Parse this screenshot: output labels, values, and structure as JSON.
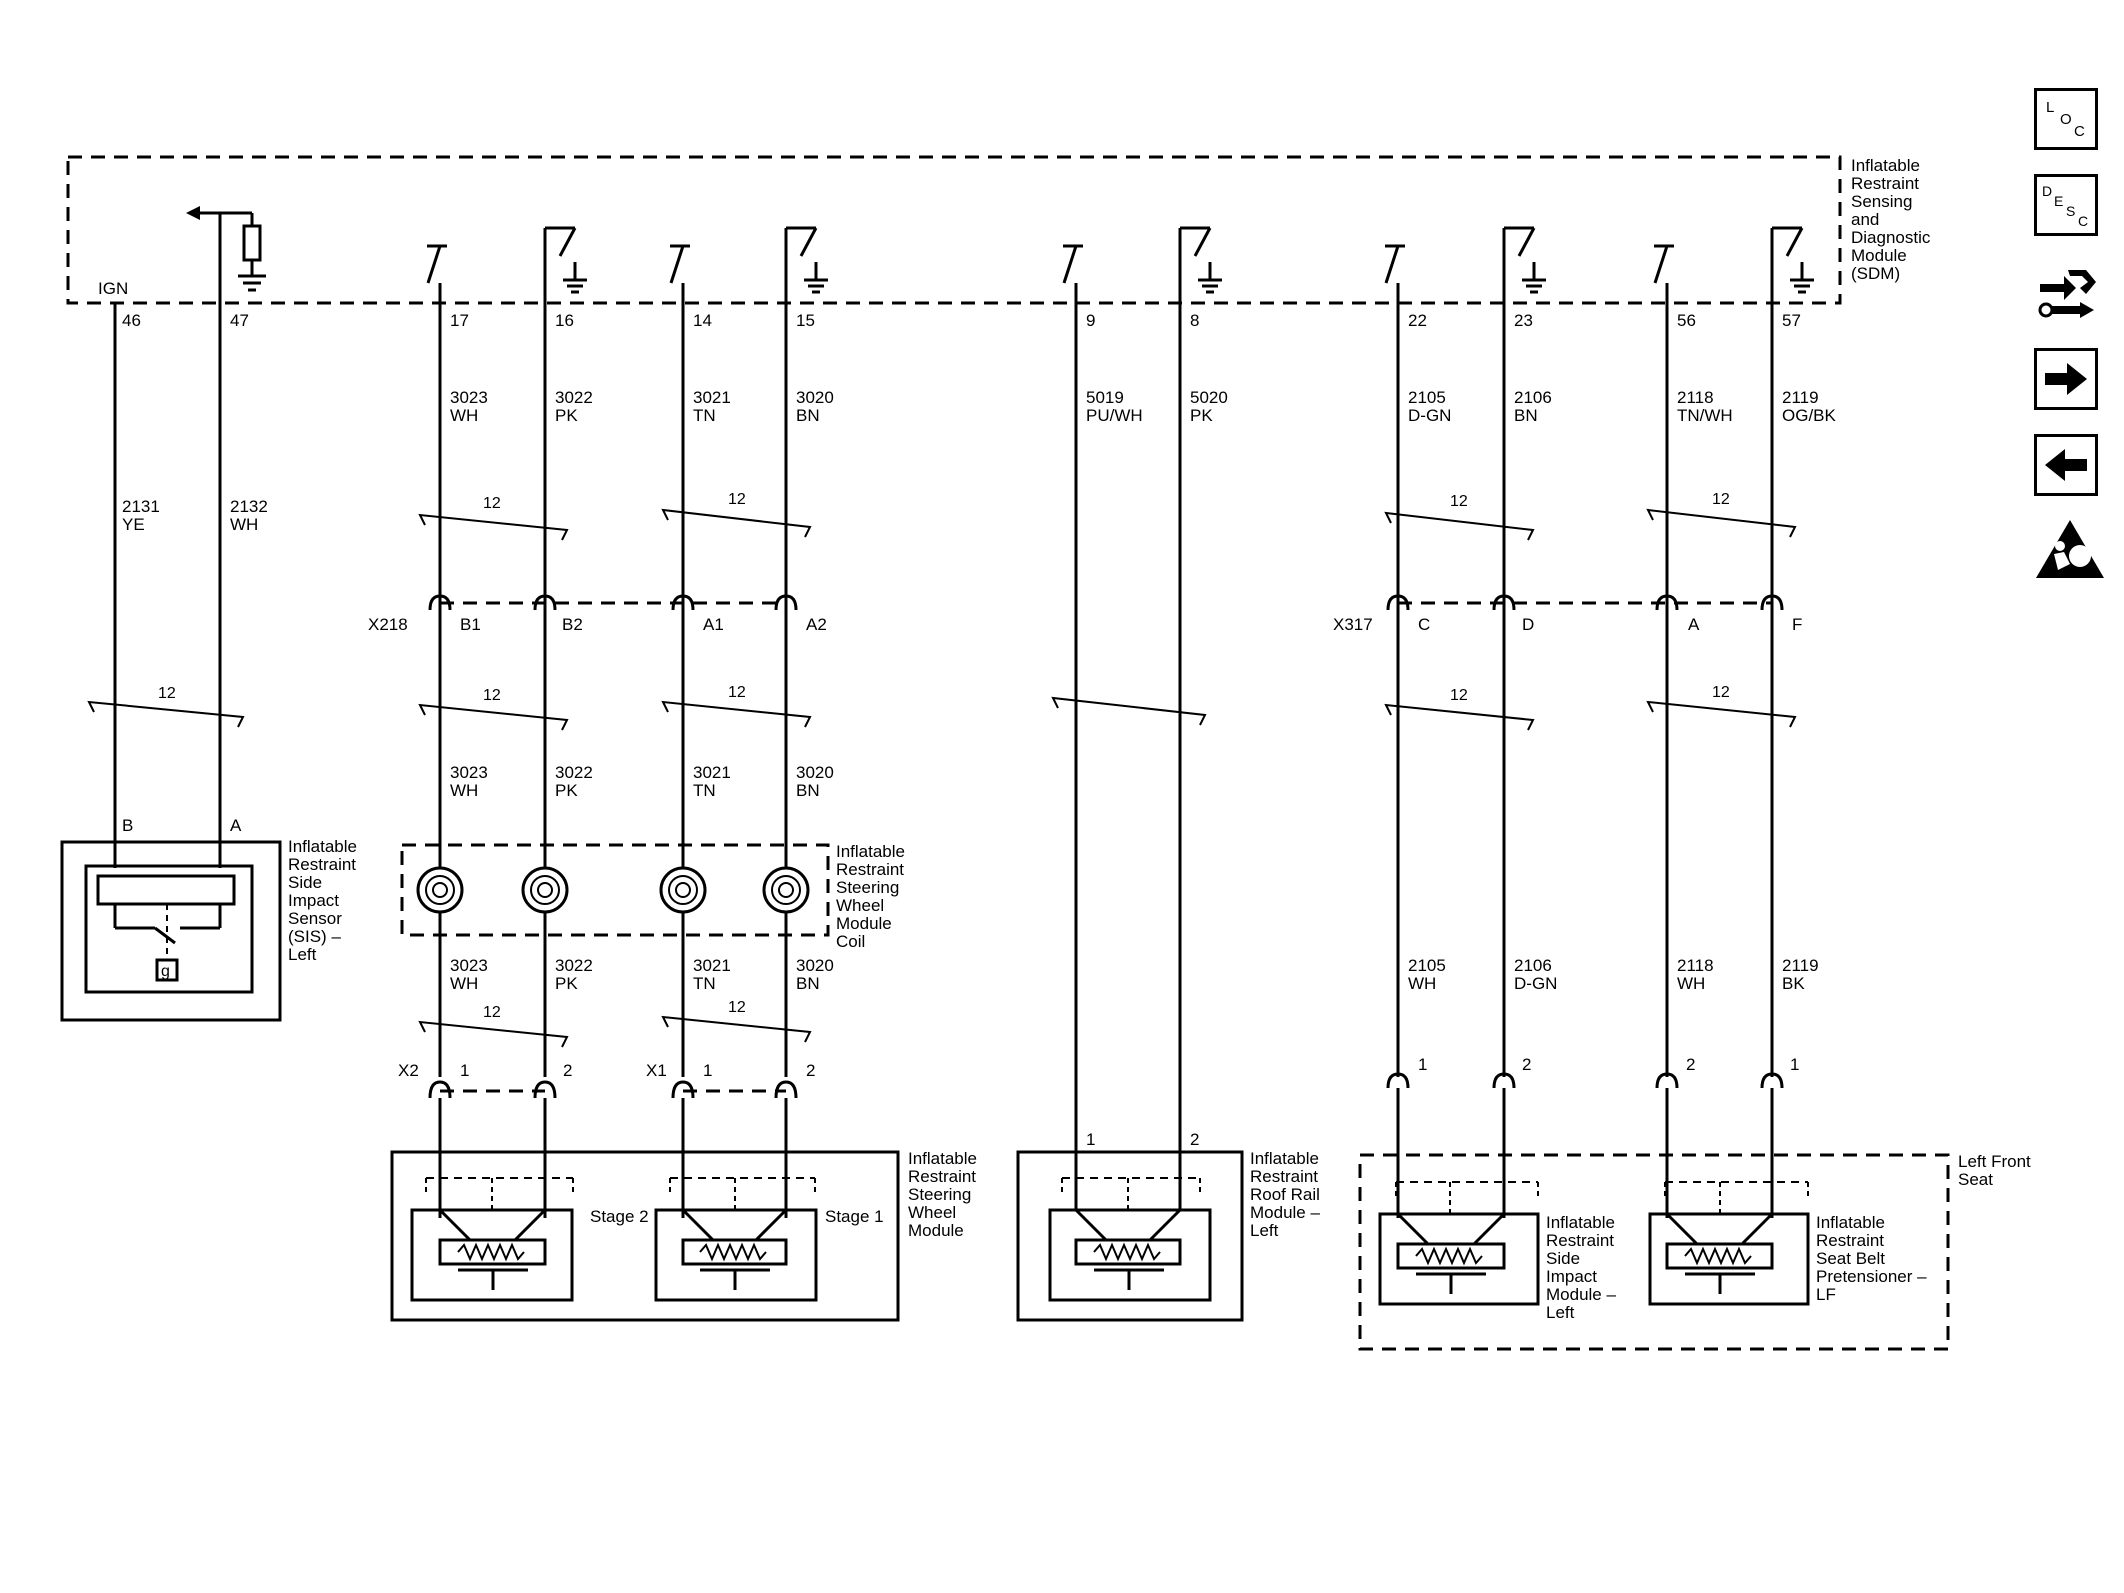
{
  "sdm": {
    "label": [
      "Inflatable",
      "Restraint",
      "Sensing",
      "and",
      "Diagnostic",
      "Module",
      "(SDM)"
    ],
    "ign": "IGN"
  },
  "pins": [
    "46",
    "47",
    "17",
    "16",
    "14",
    "15",
    "9",
    "8",
    "22",
    "23",
    "56",
    "57"
  ],
  "wires_top": [
    {
      "num": "3023",
      "color": "WH"
    },
    {
      "num": "3022",
      "color": "PK"
    },
    {
      "num": "3021",
      "color": "TN"
    },
    {
      "num": "3020",
      "color": "BN"
    },
    {
      "num": "5019",
      "color": "PU/WH"
    },
    {
      "num": "5020",
      "color": "PK"
    },
    {
      "num": "2105",
      "color": "D-GN"
    },
    {
      "num": "2106",
      "color": "BN"
    },
    {
      "num": "2118",
      "color": "TN/WH"
    },
    {
      "num": "2119",
      "color": "OG/BK"
    }
  ],
  "sis_wires": [
    {
      "num": "2131",
      "color": "YE"
    },
    {
      "num": "2132",
      "color": "WH"
    }
  ],
  "twist": "12",
  "connector_x218": {
    "name": "X218",
    "pins": [
      "B1",
      "B2",
      "A1",
      "A2"
    ]
  },
  "connector_x317": {
    "name": "X317",
    "pins": [
      "C",
      "D",
      "A",
      "F"
    ]
  },
  "wires_mid": [
    {
      "num": "3023",
      "color": "WH"
    },
    {
      "num": "3022",
      "color": "PK"
    },
    {
      "num": "3021",
      "color": "TN"
    },
    {
      "num": "3020",
      "color": "BN"
    }
  ],
  "wires_low": [
    {
      "num": "3023",
      "color": "WH"
    },
    {
      "num": "3022",
      "color": "PK"
    },
    {
      "num": "3021",
      "color": "TN"
    },
    {
      "num": "3020",
      "color": "BN"
    },
    {
      "num": "2105",
      "color": "WH"
    },
    {
      "num": "2106",
      "color": "D-GN"
    },
    {
      "num": "2118",
      "color": "WH"
    },
    {
      "num": "2119",
      "color": "BK"
    }
  ],
  "sis": {
    "pins": [
      "B",
      "A"
    ],
    "ground": "g",
    "label": [
      "Inflatable",
      "Restraint",
      "Side",
      "Impact",
      "Sensor",
      "(SIS) –",
      "Left"
    ]
  },
  "coil": {
    "label": [
      "Inflatable",
      "Restraint",
      "Steering",
      "Wheel",
      "Module",
      "Coil"
    ]
  },
  "x2": {
    "name": "X2",
    "pins": [
      "1",
      "2"
    ]
  },
  "x1": {
    "name": "X1",
    "pins": [
      "1",
      "2"
    ]
  },
  "steering_module": {
    "label": [
      "Inflatable",
      "Restraint",
      "Steering",
      "Wheel",
      "Module"
    ],
    "stage2": "Stage 2",
    "stage1": "Stage 1"
  },
  "roof_rail": {
    "pins": [
      "1",
      "2"
    ],
    "label": [
      "Inflatable",
      "Restraint",
      "Roof Rail",
      "Module –",
      "Left"
    ]
  },
  "seat": {
    "label": [
      "Left Front",
      "Seat"
    ],
    "pins": [
      "1",
      "2",
      "2",
      "1"
    ]
  },
  "side_impact": {
    "label": [
      "Inflatable",
      "Restraint",
      "Side",
      "Impact",
      "Module –",
      "Left"
    ]
  },
  "pretensioner": {
    "label": [
      "Inflatable",
      "Restraint",
      "Seat Belt",
      "Pretensioner –",
      "LF"
    ]
  },
  "sidebar": {
    "loc": {
      "letters": [
        "L",
        "O",
        "C"
      ]
    },
    "desc": {
      "letters": [
        "D",
        "E",
        "S",
        "C"
      ]
    },
    "buttons": [
      "connector-end-view-icon",
      "next-arrow-icon",
      "previous-arrow-icon",
      "airbag-warning-icon"
    ]
  }
}
